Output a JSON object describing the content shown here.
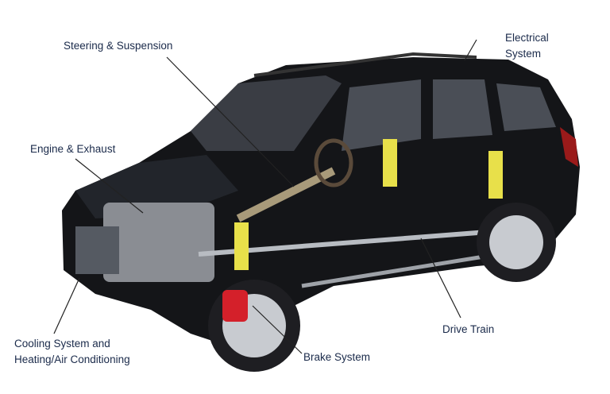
{
  "labels": {
    "steering": "Steering & Suspension",
    "electrical_1": "Electrical",
    "electrical_2": "System",
    "engine": "Engine & Exhaust",
    "cooling_1": "Cooling System and",
    "cooling_2": "Heating/Air Conditioning",
    "brake": "Brake System",
    "drive": "Drive Train"
  },
  "colors": {
    "body": "#141518",
    "spring": "#e8e04a",
    "caliper": "#d4202a",
    "label_text": "#1a2a4a"
  }
}
